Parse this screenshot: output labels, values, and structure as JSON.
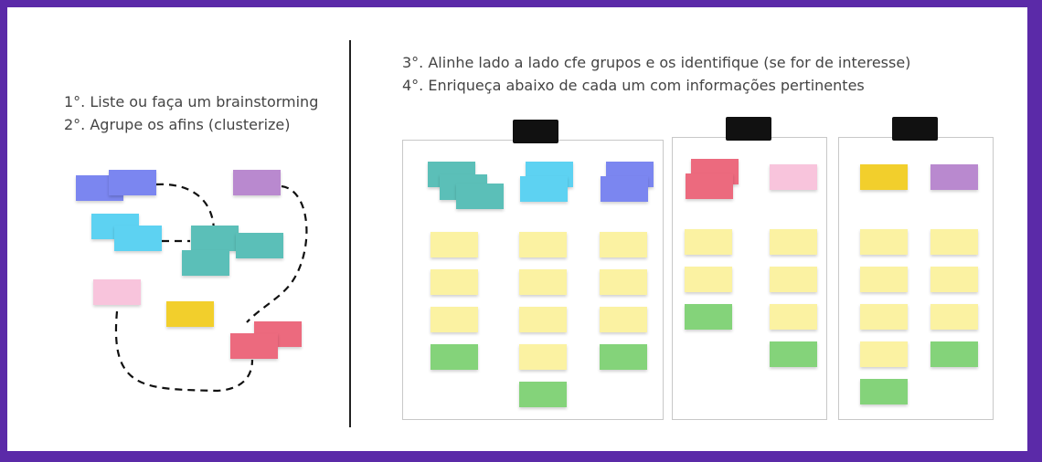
{
  "instructions": {
    "step1": "1°. Liste ou faça um brainstorming",
    "step2": "2°. Agrupe os afins (clusterize)",
    "step3": "3°. Alinhe lado a lado cfe grupos e os identifique (se for de interesse)",
    "step4": "4°. Enriqueça abaixo de cada um com informações pertinentes"
  },
  "colors": {
    "frame": "#5b2aa8",
    "blue": "#7b86f0",
    "cyan": "#5dd2f2",
    "teal": "#5bbfb8",
    "purple": "#b989cf",
    "pink": "#f8c4dc",
    "yellow": "#f2cf2c",
    "red": "#ec6a7e",
    "light_yellow": "#fbf2a2",
    "green": "#84d37a"
  },
  "boards": [
    {
      "name": "group-1",
      "columns": [
        {
          "header": "teal",
          "header_count": 3,
          "items": [
            "light_yellow",
            "light_yellow",
            "light_yellow",
            "green"
          ]
        },
        {
          "header": "cyan",
          "header_count": 2,
          "items": [
            "light_yellow",
            "light_yellow",
            "light_yellow",
            "light_yellow",
            "green"
          ]
        },
        {
          "header": "blue",
          "header_count": 2,
          "items": [
            "light_yellow",
            "light_yellow",
            "light_yellow",
            "green"
          ]
        }
      ]
    },
    {
      "name": "group-2",
      "columns": [
        {
          "header": "red",
          "header_count": 2,
          "items": [
            "light_yellow",
            "light_yellow",
            "green"
          ]
        },
        {
          "header": "pink",
          "header_count": 1,
          "items": [
            "light_yellow",
            "light_yellow",
            "light_yellow",
            "green"
          ]
        }
      ]
    },
    {
      "name": "group-3",
      "columns": [
        {
          "header": "yellow",
          "header_count": 1,
          "items": [
            "light_yellow",
            "light_yellow",
            "light_yellow",
            "light_yellow",
            "green"
          ]
        },
        {
          "header": "purple",
          "header_count": 1,
          "items": [
            "light_yellow",
            "light_yellow",
            "light_yellow",
            "green"
          ]
        }
      ]
    }
  ]
}
